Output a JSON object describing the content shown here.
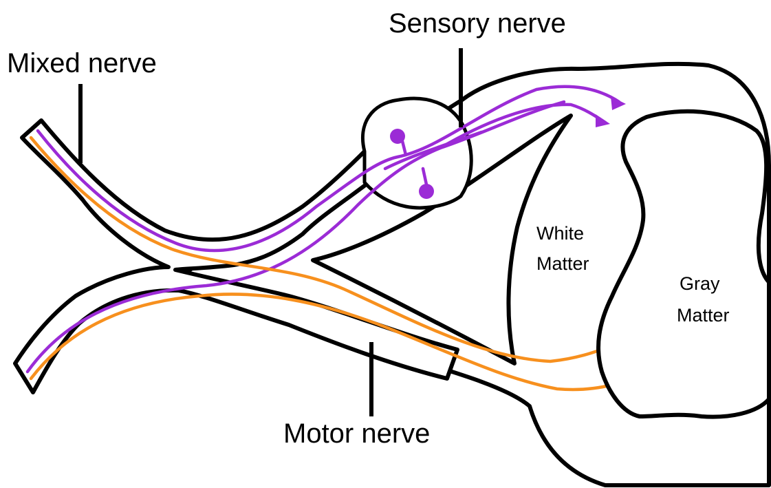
{
  "labels": {
    "mixed_nerve": "Mixed nerve",
    "sensory_nerve": "Sensory nerve",
    "motor_nerve": "Motor nerve",
    "white_matter_line1": "White",
    "white_matter_line2": "Matter",
    "gray_matter_line1": "Gray",
    "gray_matter_line2": "Matter"
  },
  "colors": {
    "sensory_fiber": "#9b2bd6",
    "motor_fiber": "#f7901e",
    "outline": "#000000",
    "background": "#ffffff"
  }
}
